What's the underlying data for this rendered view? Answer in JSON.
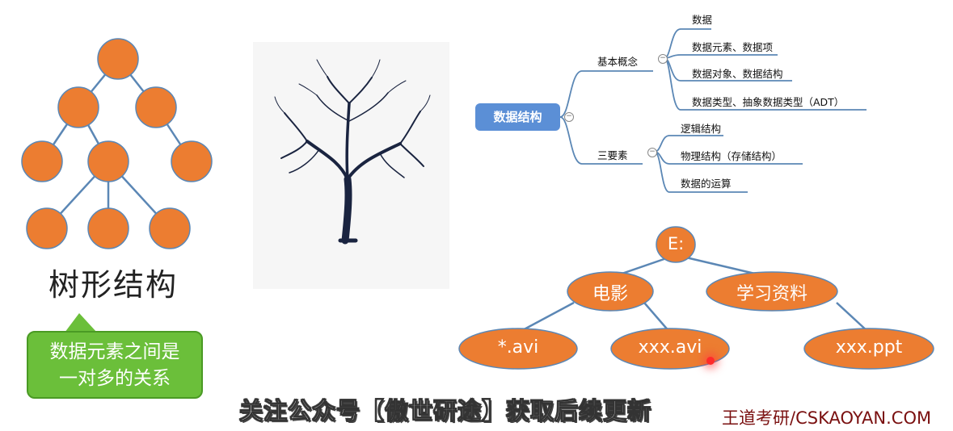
{
  "left_panel": {
    "title": "树形结构",
    "callout_line1": "数据元素之间是",
    "callout_line2": "一对多的关系"
  },
  "mindmap": {
    "root": "数据结构",
    "collapse_symbol": "−",
    "branches": [
      {
        "label": "基本概念",
        "children": [
          "数据",
          "数据元素、数据项",
          "数据对象、数据结构",
          "数据类型、抽象数据类型（ADT）"
        ]
      },
      {
        "label": "三要素",
        "children": [
          "逻辑结构",
          "物理结构（存储结构）",
          "数据的运算"
        ]
      }
    ]
  },
  "file_tree": {
    "root": "E:",
    "folders": [
      "电影",
      "学习资料"
    ],
    "files": [
      "*.avi",
      "xxx.avi",
      "xxx.ppt"
    ]
  },
  "overlay": {
    "subtitle": "关注公众号【傲世研途】获取后续更新",
    "watermark": "王道考研/CSKAOYAN.COM"
  },
  "colors": {
    "node_fill": "#ec7d31",
    "node_stroke": "#5b87b5",
    "edge": "#5b87b5",
    "mindmap_root": "#5b8fd6",
    "callout": "#6bbf3a"
  }
}
